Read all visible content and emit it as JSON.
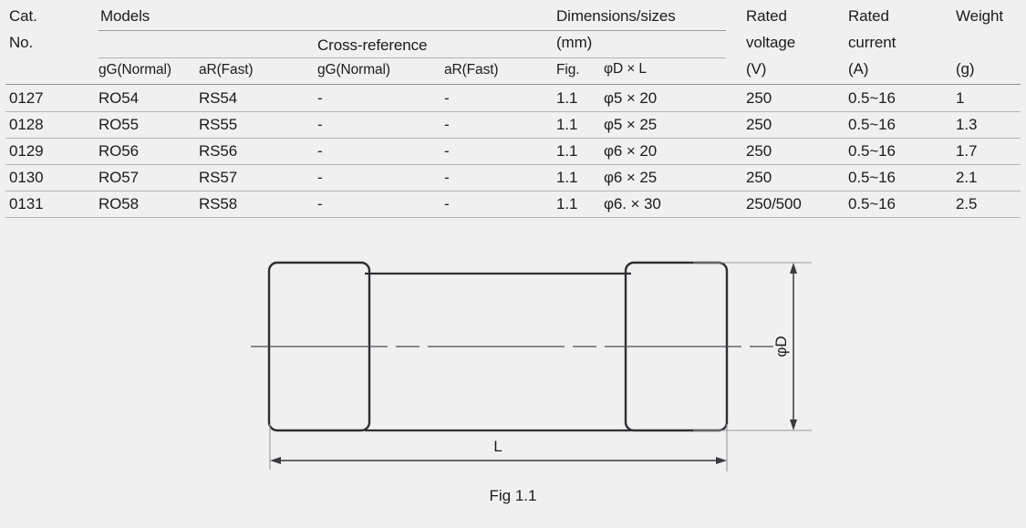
{
  "table": {
    "group_headers": {
      "cat_no_line1": "Cat.",
      "cat_no_line2": "No.",
      "models": "Models",
      "cross_reference": "Cross-reference",
      "dimensions_line1": "Dimensions/sizes",
      "dimensions_line2": "(mm)",
      "rated_voltage_line1": "Rated",
      "rated_voltage_line2": "voltage",
      "rated_voltage_line3": "(V)",
      "rated_current_line1": "Rated",
      "rated_current_line2": "current",
      "rated_current_line3": "(A)",
      "weight_line1": "Weight",
      "weight_line2": "(g)"
    },
    "sub_headers": {
      "models_gg": "gG(Normal)",
      "models_ar": "aR(Fast)",
      "xref_gg": "gG(Normal)",
      "xref_ar": "aR(Fast)",
      "fig": "Fig.",
      "dia_len": "φD × L"
    },
    "rows": [
      {
        "cat_no": "0127",
        "models_gg": "RO54",
        "models_ar": "RS54",
        "xref_gg": "-",
        "xref_ar": "-",
        "fig": "1.1",
        "dia_len": "φ5 × 20",
        "rated_voltage": "250",
        "rated_current": "0.5~16",
        "weight": "1"
      },
      {
        "cat_no": "0128",
        "models_gg": "RO55",
        "models_ar": "RS55",
        "xref_gg": "-",
        "xref_ar": "-",
        "fig": "1.1",
        "dia_len": "φ5 × 25",
        "rated_voltage": "250",
        "rated_current": "0.5~16",
        "weight": "1.3"
      },
      {
        "cat_no": "0129",
        "models_gg": "RO56",
        "models_ar": "RS56",
        "xref_gg": "-",
        "xref_ar": "-",
        "fig": "1.1",
        "dia_len": "φ6 × 20",
        "rated_voltage": "250",
        "rated_current": "0.5~16",
        "weight": "1.7"
      },
      {
        "cat_no": "0130",
        "models_gg": "RO57",
        "models_ar": "RS57",
        "xref_gg": "-",
        "xref_ar": "-",
        "fig": "1.1",
        "dia_len": "φ6 × 25",
        "rated_voltage": "250",
        "rated_current": "0.5~16",
        "weight": "2.1"
      },
      {
        "cat_no": "0131",
        "models_gg": "RO58",
        "models_ar": "RS58",
        "xref_gg": "-",
        "xref_ar": "-",
        "fig": "1.1",
        "dia_len": "φ6. × 30",
        "rated_voltage": "250/500",
        "rated_current": "0.5~16",
        "weight": "2.5"
      }
    ]
  },
  "drawing": {
    "label_length": "L",
    "label_diameter": "φD",
    "caption": "Fig 1.1"
  },
  "colors": {
    "background": "#f0f0f1",
    "text": "#1b1b1b",
    "rule": "#9a9a9e",
    "outline": "#2e2e33",
    "dimension": "#4a4a4f"
  }
}
